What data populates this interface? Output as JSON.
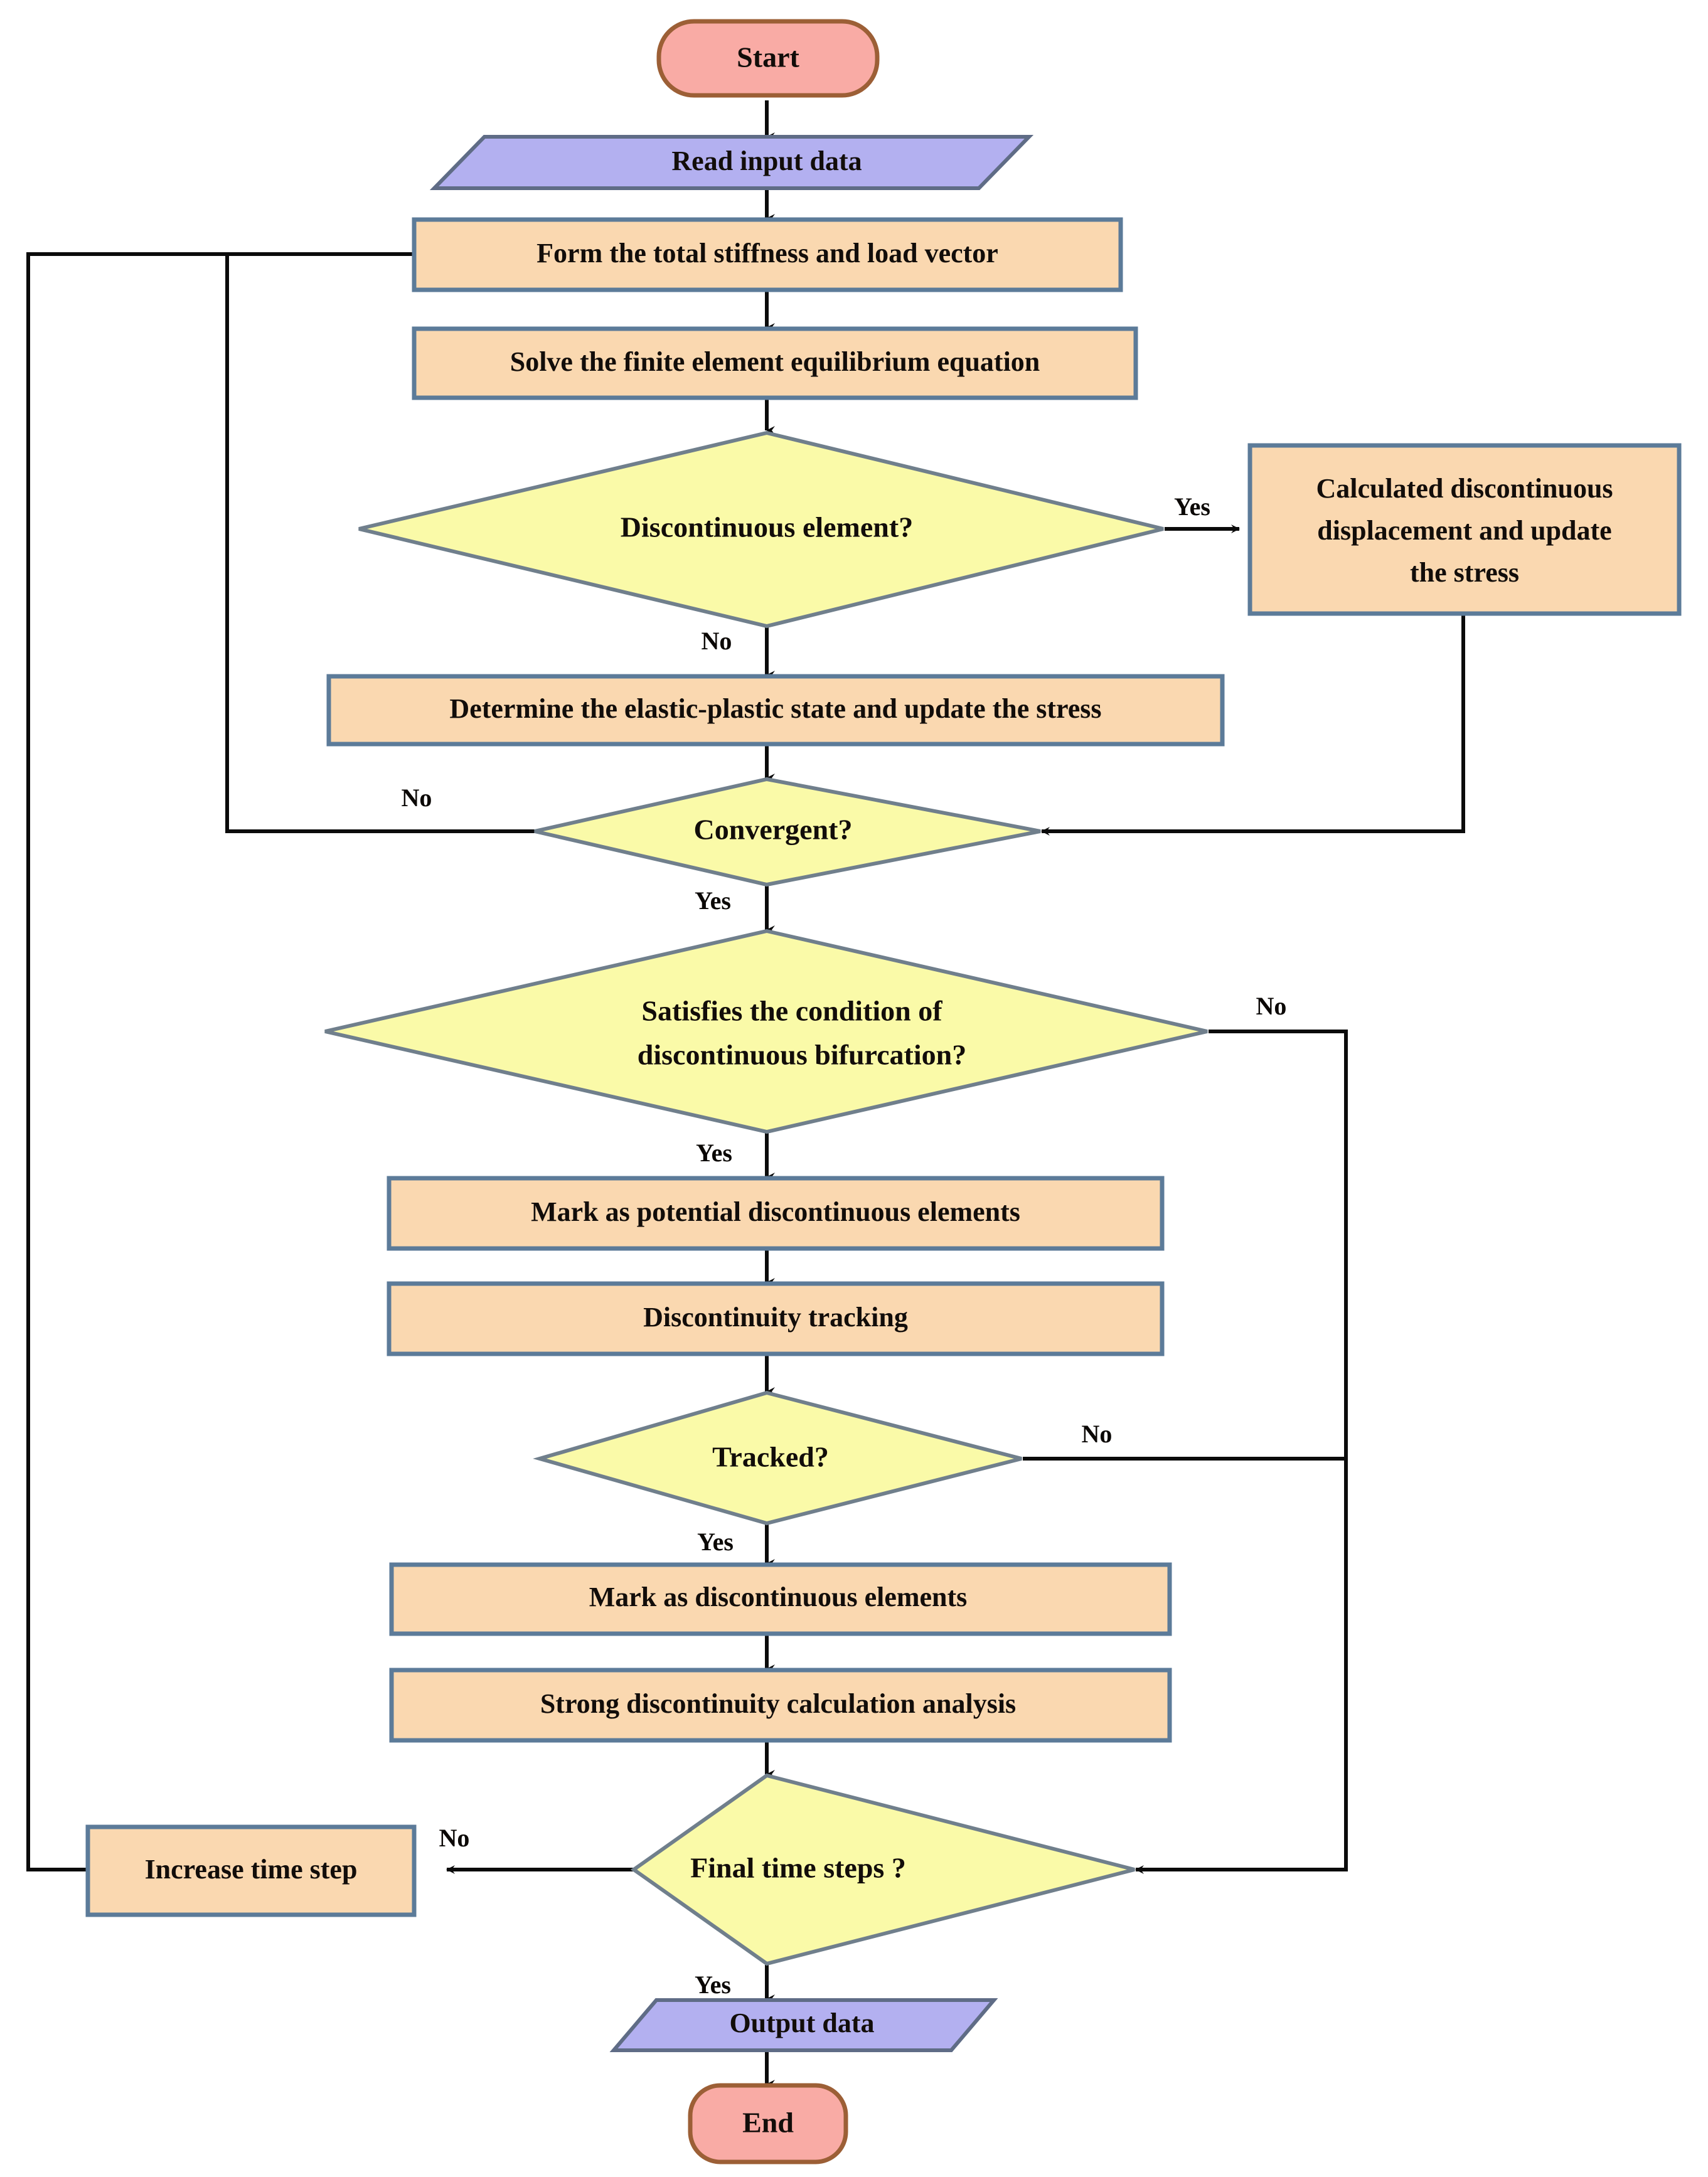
{
  "diagram": {
    "title": "Strong discontinuity finite element analysis flowchart",
    "colors": {
      "process_fill": "#fad8b0",
      "process_border": "#5c7b99",
      "decision_fill": "#fafaa8",
      "decision_border": "#707f8c",
      "io_fill": "#b3b0f0",
      "io_border": "#5f6c86",
      "terminator_fill": "#f9aba5",
      "terminator_border": "#9c5f36",
      "connector": "#0b0b0b",
      "background": "#ffffff"
    },
    "nodes": {
      "start": {
        "label": "Start",
        "shape": "terminator"
      },
      "read_input": {
        "label": "Read input data",
        "shape": "io-parallelogram"
      },
      "form_stiffness": {
        "label": "Form the total stiffness and load vector",
        "shape": "process"
      },
      "solve_equation": {
        "label": "Solve the finite element equilibrium equation",
        "shape": "process"
      },
      "discontinuous_element": {
        "label": "Discontinuous element?",
        "shape": "decision"
      },
      "calculated_discontinuous": {
        "label_line1": "Calculated discontinuous",
        "label_line2": "displacement and update",
        "label_line3": "the stress",
        "shape": "process"
      },
      "determine_elastic_plastic": {
        "label": "Determine the elastic-plastic state and update the stress",
        "shape": "process"
      },
      "convergent": {
        "label": "Convergent?",
        "shape": "decision"
      },
      "satisfies_bifurcation": {
        "label_line1": "Satisfies the condition of",
        "label_line2": "discontinuous bifurcation?",
        "shape": "decision"
      },
      "mark_potential": {
        "label": "Mark as potential discontinuous elements",
        "shape": "process"
      },
      "discontinuity_tracking": {
        "label": "Discontinuity tracking",
        "shape": "process"
      },
      "tracked": {
        "label": "Tracked?",
        "shape": "decision"
      },
      "mark_discontinuous": {
        "label": "Mark as discontinuous elements",
        "shape": "process"
      },
      "strong_discontinuity": {
        "label": "Strong discontinuity calculation analysis",
        "shape": "process"
      },
      "final_time_steps": {
        "label": "Final time steps ?",
        "shape": "decision"
      },
      "increase_time_step": {
        "label": "Increase time step",
        "shape": "process"
      },
      "output_data": {
        "label": "Output data",
        "shape": "io-parallelogram"
      },
      "end": {
        "label": "End",
        "shape": "terminator"
      }
    },
    "edge_labels": {
      "discontinuous_yes": "Yes",
      "discontinuous_no": "No",
      "convergent_no": "No",
      "convergent_yes": "Yes",
      "bifurcation_no": "No",
      "bifurcation_yes": "Yes",
      "tracked_no": "No",
      "tracked_yes": "Yes",
      "final_no": "No",
      "final_yes": "Yes"
    }
  }
}
